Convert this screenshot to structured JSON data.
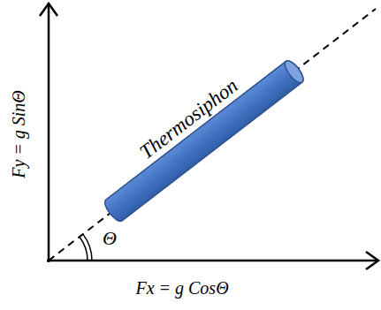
{
  "diagram": {
    "labels": [
      "Thermosiphon",
      "Fy = g SinΘ",
      "Fx = g CosΘ",
      "Θ"
    ]
  }
}
